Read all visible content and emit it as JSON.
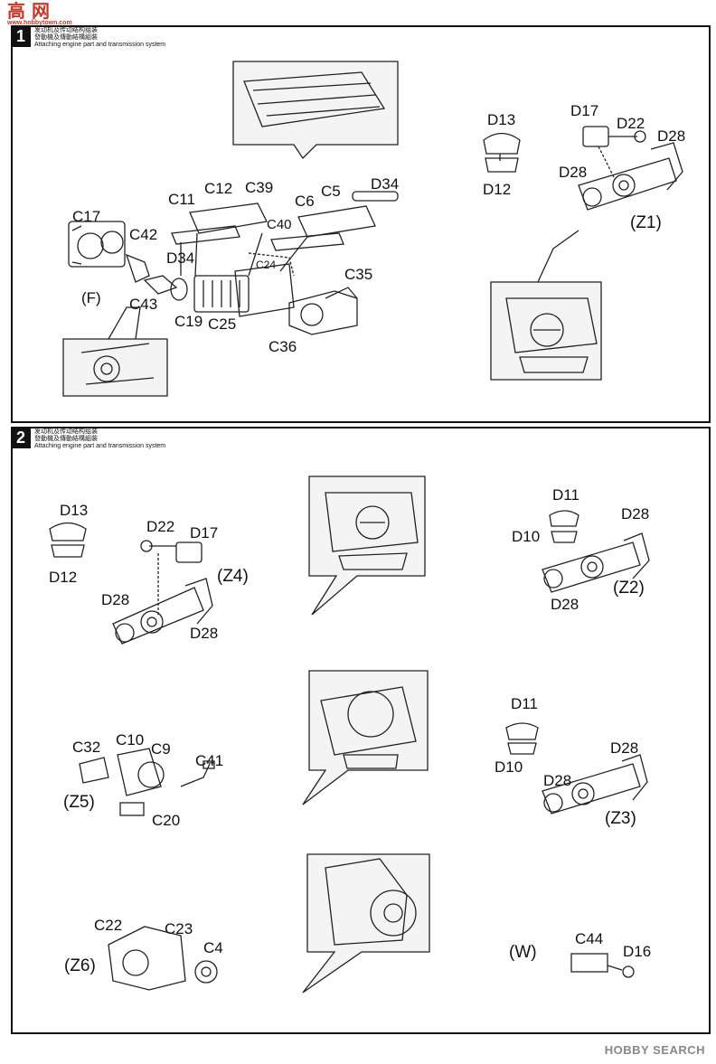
{
  "watermark": {
    "title": "高 网",
    "subtitle": "www.hobbytown.com"
  },
  "step1": {
    "number": "1",
    "title_cn1": "发动机及传动结构组装",
    "title_cn2": "發動機及傳動結構組裝",
    "title_en": "Attaching engine part and transmission system",
    "labels": {
      "C17": "C17",
      "C42": "C42",
      "F": "(F)",
      "C43": "C43",
      "C19": "C19",
      "C25": "C25",
      "D34a": "D34",
      "C11": "C11",
      "C12": "C12",
      "C39": "C39",
      "C6": "C6",
      "C5": "C5",
      "D34b": "D34",
      "C40": "C40",
      "C24": "C24",
      "C35": "C35",
      "C36": "C36",
      "D13": "D13",
      "D12": "D12",
      "D17": "D17",
      "D22": "D22",
      "D28a": "D28",
      "D28b": "D28",
      "Z1": "(Z1)"
    }
  },
  "step2": {
    "number": "2",
    "title_cn1": "发动机及传动结构组装",
    "title_cn2": "發動機及傳動結構組裝",
    "title_en": "Attaching engine part and transmission system",
    "labels": {
      "D13": "D13",
      "D12": "D12",
      "D22": "D22",
      "D17": "D17",
      "Z4": "(Z4)",
      "D28a": "D28",
      "D28b": "D28",
      "D11a": "D11",
      "D10a": "D10",
      "D28c": "D28",
      "D28d": "D28",
      "Z2": "(Z2)",
      "C32": "C32",
      "C10": "C10",
      "C9": "C9",
      "C41": "C41",
      "Z5": "(Z5)",
      "C20": "C20",
      "D11b": "D11",
      "D10b": "D10",
      "D28e": "D28",
      "D28f": "D28",
      "Z3": "(Z3)",
      "C22": "C22",
      "C23": "C23",
      "C4": "C4",
      "Z6": "(Z6)",
      "W": "(W)",
      "C44": "C44",
      "D16": "D16"
    }
  },
  "footer": {
    "brand": "HOBBY SEARCH"
  }
}
